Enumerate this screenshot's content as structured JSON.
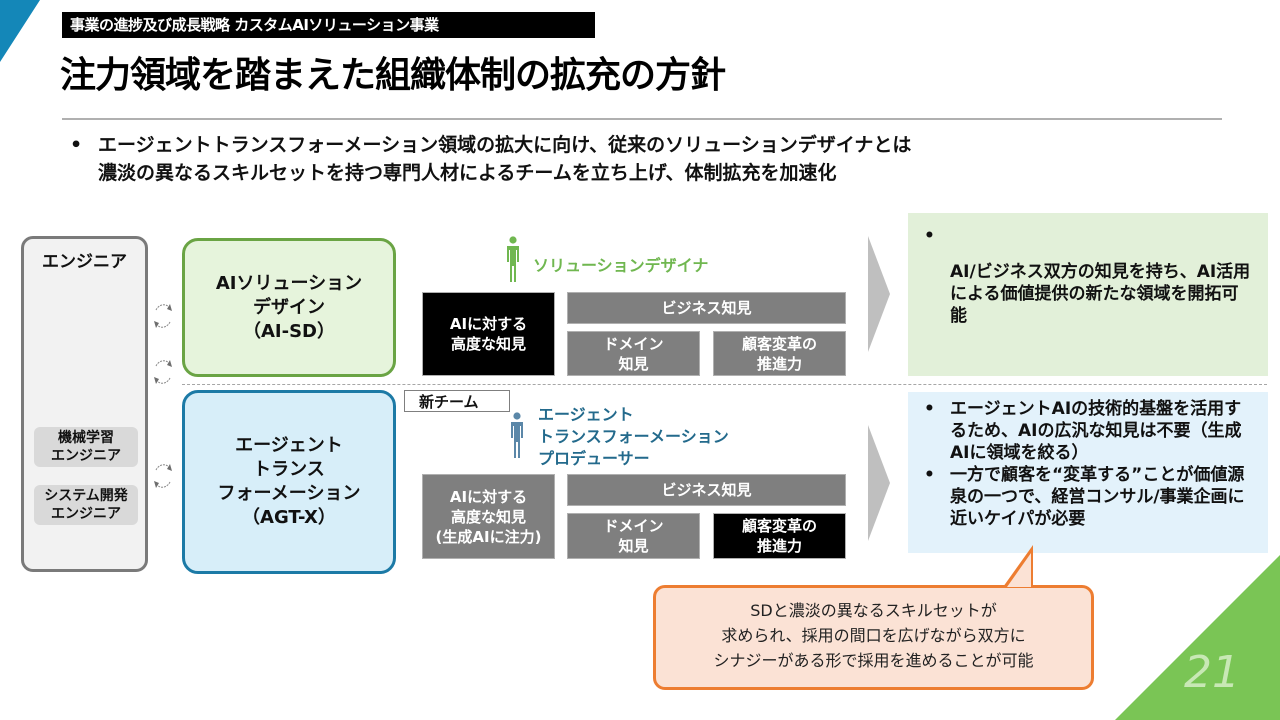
{
  "header": {
    "section_tag": "事業の進捗及び成長戦略 カスタムAIソリューション事業",
    "title": "注力領域を踏まえた組織体制の拡充の方針"
  },
  "summary": {
    "bullet": "•",
    "lines": [
      "エージェントトランスフォーメーション領域の拡大に向け、従来のソリューションデザイナとは",
      "濃淡の異なるスキルセットを持つ専門人材によるチームを立ち上げ、体制拡充を加速化"
    ]
  },
  "engineer_group": {
    "title": "エンジニア",
    "roles": [
      {
        "line1": "機械学習",
        "line2": "エンジニア"
      },
      {
        "line1": "システム開発",
        "line2": "エンジニア"
      }
    ]
  },
  "teams": {
    "sd": {
      "lines": [
        "AIソリューション",
        "デザイン",
        "（AI-SD）"
      ]
    },
    "agt": {
      "lines": [
        "エージェント",
        "トランス",
        "フォーメーション",
        "（AGT-X）"
      ]
    }
  },
  "new_team_label": "新チーム",
  "roles": {
    "sd": {
      "name": "ソリューションデザイナ",
      "color": "#70b750"
    },
    "agt": {
      "lines": [
        "エージェント",
        "トランスフォーメーション",
        "プロデューサー"
      ],
      "color": "#236a8c"
    }
  },
  "skills": {
    "sd": {
      "ai": [
        "AIに対する",
        "高度な知見"
      ],
      "business": "ビジネス知見",
      "domain": [
        "ドメイン",
        "知見"
      ],
      "transform": [
        "顧客変革の",
        "推進力"
      ]
    },
    "agt": {
      "ai": [
        "AIに対する",
        "高度な知見",
        "(生成AIに注力)"
      ],
      "business": "ビジネス知見",
      "domain": [
        "ドメイン",
        "知見"
      ],
      "transform": [
        "顧客変革の",
        "推進力"
      ]
    }
  },
  "results": {
    "sd": [
      "AI/ビジネス双方の知見を持ち、AI活用による価値提供の新たな領域を開拓可能"
    ],
    "agt": [
      "エージェントAIの技術的基盤を活用するため、AIの広汎な知見は不要（生成AIに領域を絞る）",
      "一方で顧客を“変革する”ことが価値源泉の一つで、経営コンサル/事業企画に近いケイパが必要"
    ]
  },
  "callout": {
    "lines": [
      "SDと濃淡の異なるスキルセットが",
      "求められ、採用の間口を広げながら双方に",
      "シナジーがある形で採用を進めることが可能"
    ]
  },
  "page_number": "21",
  "colors": {
    "accent_blue": "#1487b8",
    "accent_green": "#7ac555",
    "callout_orange": "#ed7d31"
  },
  "icons": {
    "cycle": "cycle-arrows-icon",
    "person": "person-icon",
    "arrow": "chevron-right-icon"
  }
}
